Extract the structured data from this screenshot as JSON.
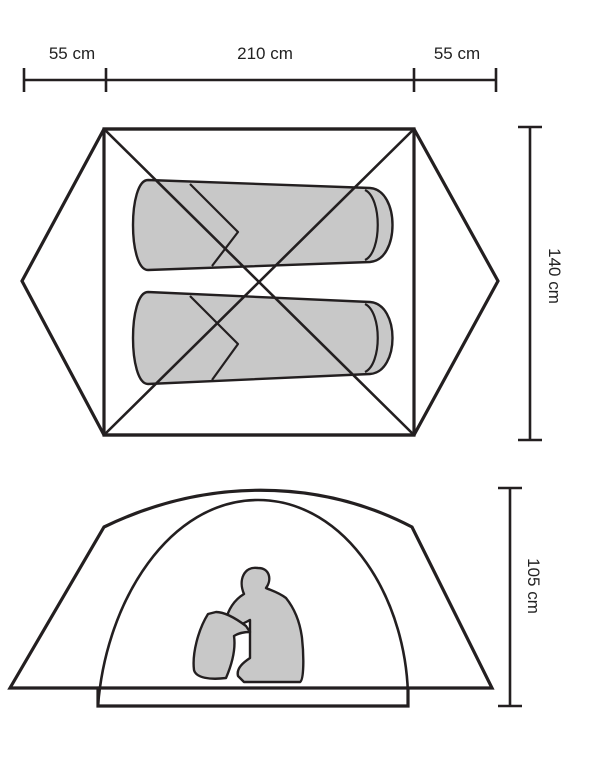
{
  "dimensions": {
    "vestibule_left": "55 cm",
    "inner_length": "210 cm",
    "vestibule_right": "55 cm",
    "width": "140 cm",
    "height": "105 cm"
  },
  "colors": {
    "line": "#231f20",
    "fill_gray": "#c8c8c8",
    "background": "#ffffff"
  }
}
